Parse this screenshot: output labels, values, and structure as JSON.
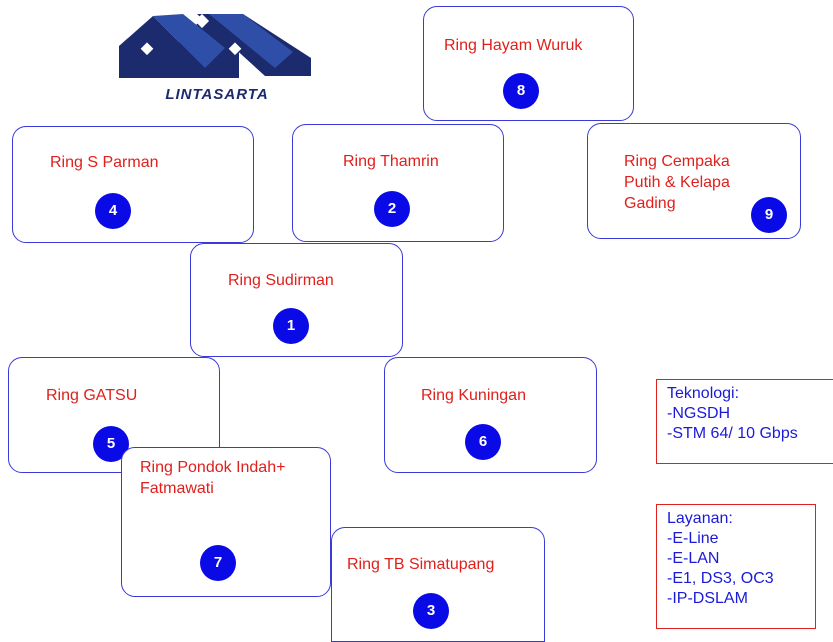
{
  "logo": {
    "text": "LINTASARTA",
    "icon": "lintasarta-logo-icon",
    "colors": {
      "navy": "#1c2a6e",
      "blue": "#2f4ea8"
    }
  },
  "colors": {
    "ring_border": "#3a3ad8",
    "ring_label": "#e0201c",
    "badge": "#0a0ae6",
    "info_border": "#e0201c",
    "info_text": "#1a1ad8"
  },
  "rings": [
    {
      "id": "hayam-wuruk",
      "label_lines": [
        "Ring Hayam Wuruk"
      ],
      "number": "8"
    },
    {
      "id": "s-parman",
      "label_lines": [
        "Ring S Parman"
      ],
      "number": "4"
    },
    {
      "id": "thamrin",
      "label_lines": [
        "Ring Thamrin"
      ],
      "number": "2"
    },
    {
      "id": "cempaka-putih",
      "label_lines": [
        "Ring Cempaka",
        "Putih & Kelapa",
        "Gading"
      ],
      "number": "9"
    },
    {
      "id": "sudirman",
      "label_lines": [
        "Ring Sudirman"
      ],
      "number": "1"
    },
    {
      "id": "gatsu",
      "label_lines": [
        "Ring GATSU"
      ],
      "number": "5"
    },
    {
      "id": "kuningan",
      "label_lines": [
        "Ring Kuningan"
      ],
      "number": "6"
    },
    {
      "id": "pondok-indah",
      "label_lines": [
        "Ring Pondok Indah+",
        "Fatmawati"
      ],
      "number": "7"
    },
    {
      "id": "tb-simatupang",
      "label_lines": [
        "Ring TB Simatupang"
      ],
      "number": "3"
    }
  ],
  "teknologi": {
    "title": "Teknologi:",
    "items": [
      "-NGSDH",
      "-STM 64/ 10 Gbps"
    ]
  },
  "layanan": {
    "title": "Layanan:",
    "items": [
      "-E-Line",
      "-E-LAN",
      "-E1, DS3, OC3",
      "-IP-DSLAM"
    ]
  }
}
